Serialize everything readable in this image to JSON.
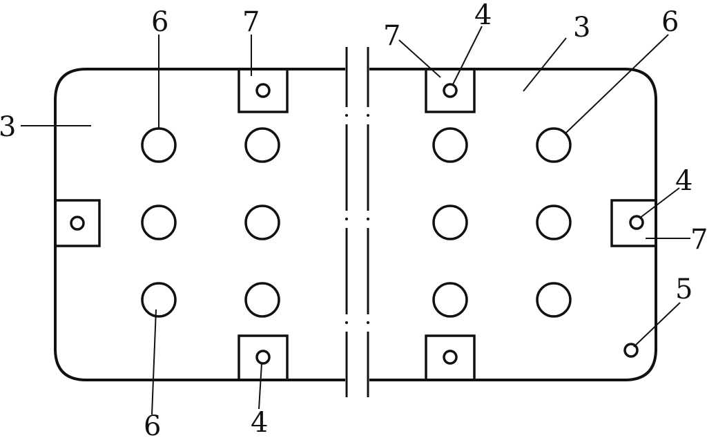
{
  "labels": {
    "plate_left": "3",
    "plate_right": "3",
    "hole_top_left": "6",
    "hole_bottom_left": "6",
    "hole_top_right": "6",
    "tab_top_left": "7",
    "tab_top_right": "7",
    "tab_right": "7",
    "pin_top_right": "4",
    "pin_right": "4",
    "pin_bottom_left": "4",
    "corner_hole": "5"
  },
  "colors": {
    "ink": "#111111",
    "background": "#ffffff"
  }
}
